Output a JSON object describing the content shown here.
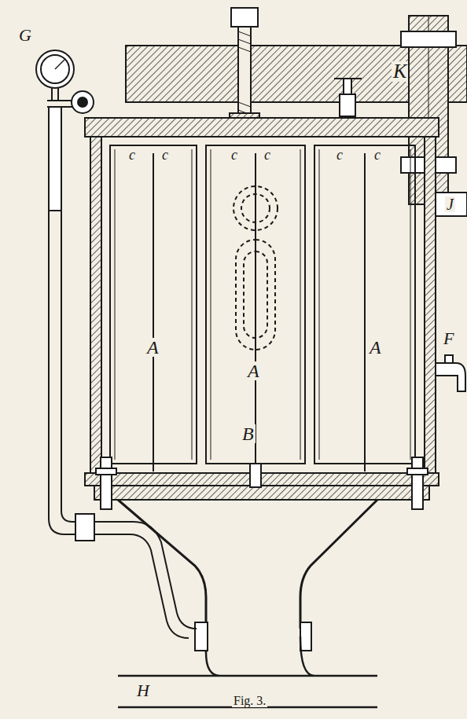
{
  "diagram": {
    "caption": "Fig. 3.",
    "labels": [
      "K",
      "G",
      "J",
      "F",
      "A",
      "A",
      "A",
      "B",
      "H",
      "c",
      "c",
      "c",
      "c",
      "c",
      "c"
    ]
  }
}
